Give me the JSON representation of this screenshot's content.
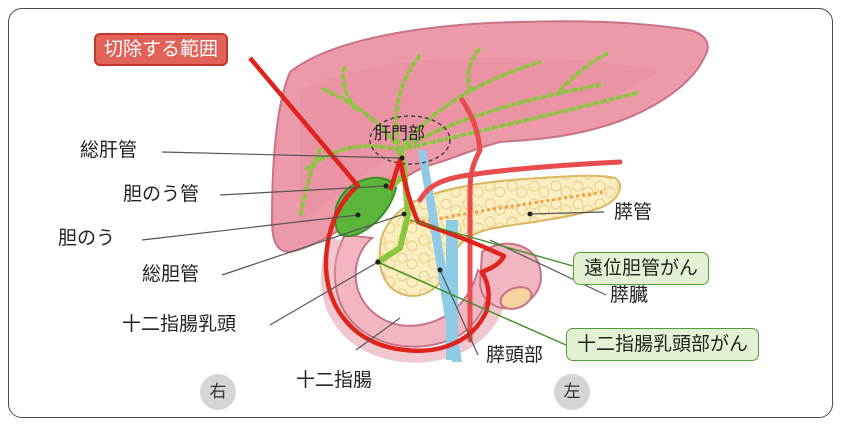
{
  "diagram": {
    "resection_label": "切除する範囲",
    "hilum_label": "肝門部",
    "labels": {
      "common_hepatic_duct": "総肝管",
      "cystic_duct": "胆のう管",
      "gallbladder": "胆のう",
      "common_bile_duct": "総胆管",
      "papilla": "十二指腸乳頭",
      "duodenum": "十二指腸",
      "pancreatic_head": "膵頭部",
      "pancreatic_duct": "膵管",
      "pancreas": "膵臓"
    },
    "cancer_labels": {
      "distal_bile_duct_cancer": "遠位胆管がん",
      "ampullary_cancer": "十二指腸乳頭部がん"
    },
    "orientation": {
      "right": "右",
      "left": "左"
    },
    "colors": {
      "liver": "#ec9aaa",
      "bile_duct": "#8cc63f",
      "gallbladder": "#5ab53a",
      "pancreas": "#fbeec0",
      "pancreatic_duct": "#f0a040",
      "vein": "#8fcbe6",
      "artery": "#e94c4c",
      "resection_line": "#e0231c",
      "cancer_box_border": "#4f9e3a",
      "cancer_box_fill": "#e5f1d4"
    }
  }
}
